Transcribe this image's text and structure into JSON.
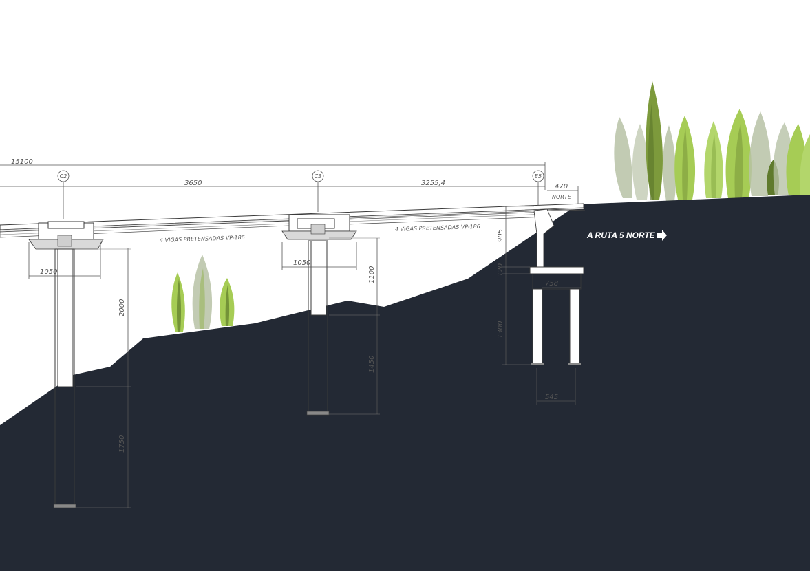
{
  "dimensions": {
    "overall_length": "15100",
    "span_c2_c3": "3650",
    "span_c3_e5": "3255,4",
    "abutment_offset": "470",
    "pier_cap_c2": "1050",
    "pier_cap_c3": "1050",
    "pier_c2_upper": "2000",
    "pier_c2_lower": "1750",
    "pier_c3_upper": "1100",
    "pier_c3_lower": "1450",
    "abutment_wall": "905",
    "abutment_cap": "120",
    "abutment_cap_width": "758",
    "abutment_piles": "1300",
    "abutment_pile_spacing": "545"
  },
  "axes": {
    "c2": "C2",
    "c3": "C3",
    "e5": "E5"
  },
  "labels": {
    "north": "NORTE",
    "beams_span_1": "4 VIGAS PRETENSADAS VP-186",
    "beams_span_2": "4 VIGAS PRETENSADAS VP-186",
    "route_callout": "A RUTA 5 NORTE"
  },
  "colors": {
    "terrain": "#232934",
    "tree_light": "#b3d66b",
    "tree_mid": "#8fb24a",
    "tree_dark": "#5f7a2c",
    "tree_grey": "#b7c2a6",
    "linework": "#555555"
  }
}
